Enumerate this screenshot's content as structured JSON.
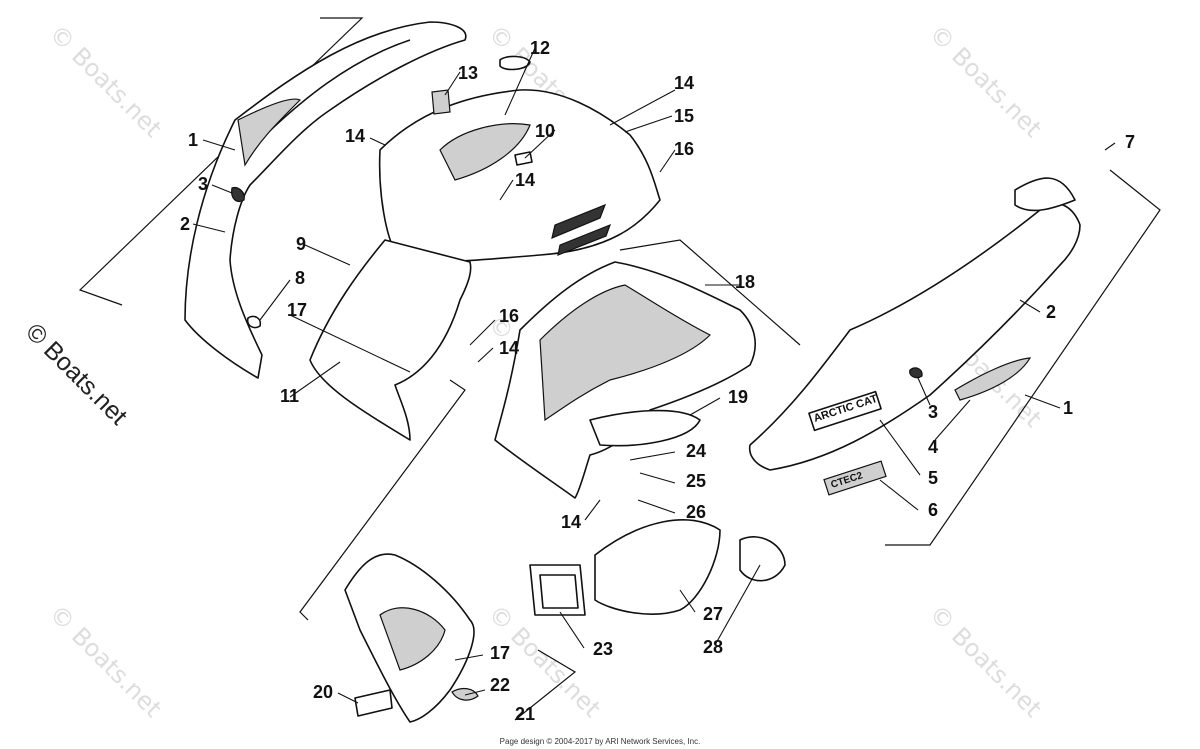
{
  "callouts": [
    "1",
    "1",
    "2",
    "2",
    "3",
    "3",
    "4",
    "5",
    "6",
    "7",
    "8",
    "9",
    "10",
    "11",
    "12",
    "13",
    "14",
    "14",
    "14",
    "14",
    "14",
    "15",
    "16",
    "16",
    "17",
    "17",
    "18",
    "19",
    "20",
    "21",
    "22",
    "23",
    "24",
    "25",
    "26",
    "27",
    "28"
  ],
  "brand_label": "ARCTIC CAT",
  "badge_label": "CTEC2",
  "watermark": {
    "text": "© Boats.net",
    "color": "#dddddd"
  },
  "side_watermark": "© Boats.net",
  "footer": "Page design © 2004-2017 by ARI Network Services, Inc."
}
